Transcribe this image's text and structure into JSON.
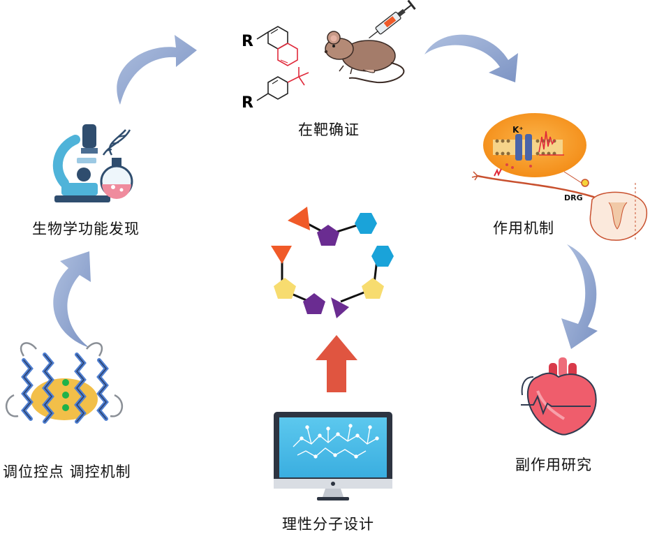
{
  "labels": {
    "target_validation": "在靶确证",
    "biological_function": "生物学功能发现",
    "mechanism": "作用机制",
    "regulatory_site": "调位控点 调控机制",
    "side_effects": "副作用研究",
    "rational_design": "理性分子设计"
  },
  "chem": {
    "r_group": "R"
  },
  "mechanism_detail": {
    "ion": "K⁺",
    "ganglion": "DRG"
  },
  "icons": {
    "center": "molecular-chain-icon",
    "top": "mouse-injection-icon",
    "left": "microscope-dna-flask-icon",
    "right": "ion-channel-neuron-icon",
    "bottom_right": "heart-icon",
    "bottom_left": "protein-structure-icon",
    "bottom_center": "computer-monitor-icon"
  },
  "colors": {
    "cycle_arrow": "#8fa5cf",
    "up_arrow": "#e05540",
    "monitor_screen": "#50bfe6",
    "triangle_orange": "#f05a28",
    "pentagon_purple": "#6a2c91",
    "hexagon_blue": "#1aa3d9",
    "pentagon_yellow": "#f7dc6f"
  }
}
